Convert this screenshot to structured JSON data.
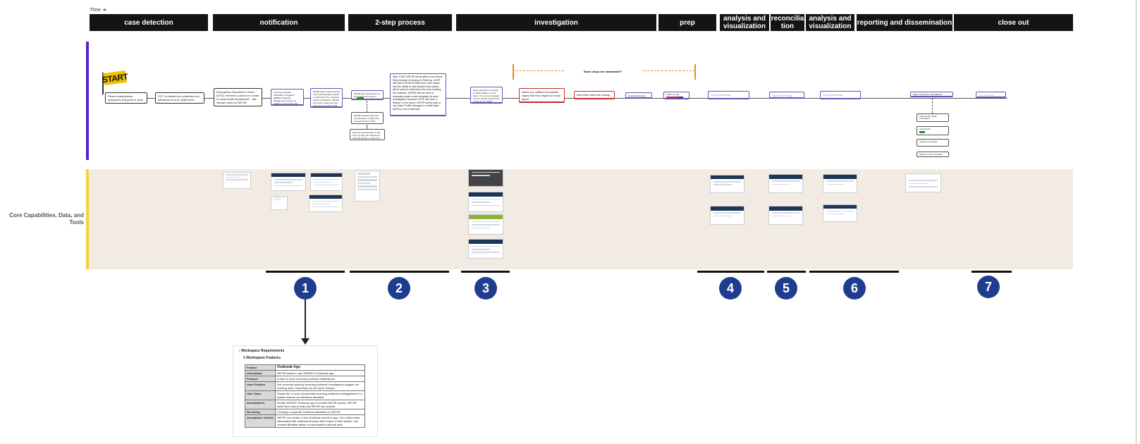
{
  "time_label": "Time",
  "phases": [
    {
      "label": "case detection"
    },
    {
      "label": "notification"
    },
    {
      "label": "2-step process"
    },
    {
      "label": "investigation"
    },
    {
      "label": "prep"
    },
    {
      "label": "analysis and visualization"
    },
    {
      "label": "reconciliation"
    },
    {
      "label": "analysis and visualization"
    },
    {
      "label": "reporting and dissemination"
    },
    {
      "label": "close out"
    }
  ],
  "lanes": {
    "journey_color": "#5a1fc4",
    "core_label": "Core Capabilities, Data, and Tools",
    "core_color": "#f2d33c",
    "core_bg": "#f1ebe4"
  },
  "start_label": "START",
  "journey_boxes": [
    {
      "text": "Person experiences symptoms and goes to clinic"
    },
    {
      "text": "STLT is alerted to a potential non-infectious food or waterborne illness"
    },
    {
      "text": "Emergency Operations Center (EOC) receives a call from a state or local health department... this will get routed to NIFOR"
    },
    {
      "text": "Incoming outbreak notification is logged in SEDRIC Outbreak Management system for tracking. In the future, this would be auto-populated"
    },
    {
      "text": "NIFOR team reviews clinical notes and laboratory results to determine if the outbreak needs investigation. NIFOR will need to share this with other teams as part of the collaboration process"
    },
    {
      "text": "NIFOR team determines the information they need to collect"
    },
    {
      "text": "NIFOR develops their own questionnaire to collect the needed info from STLT"
    },
    {
      "text": "Send the questionnaire to the STLT so they can interview ill and well people to collect the data needed"
    },
    {
      "text": "With 1CDP, NIFOR will be able to use Direct Entry instead of relying on RedCap. 1CDP will allow NIFOR to determine case status and the ability to add detailed information about cases to determine the work causing the outbreak. NIFOR will not need to manually create a new template for each investigation because 1CDP will have a feature. In the future, NIFOR will be able to use Case Profile Manager to create basic MDR for new Outbreaks"
    },
    {
      "text": "Data collected is sent back to 1CDP platform. In the future, this process replaces current method of Excel files to directly into 1CDP through NIFOR, without collecting data in real time"
    },
    {
      "text": "states are notified of possible cases that they might not know about"
    },
    {
      "text": "they enter data into redcap"
    },
    {
      "text": "Download Redcap data"
    },
    {
      "text": "Clean up with"
    },
    {
      "text": "Type something"
    },
    {
      "text": "Type something"
    },
    {
      "text": "Type something"
    },
    {
      "text": "Share information with different partners"
    },
    {
      "text": "Type something"
    },
    {
      "text": "Track all the Share information"
    },
    {
      "text": "Access files"
    },
    {
      "text": "Update the dataset"
    },
    {
      "text": "Submit to close the data"
    }
  ],
  "annotation": "Some steps are eliminated?!",
  "badges": [
    "1",
    "2",
    "3",
    "4",
    "5",
    "6",
    "7"
  ],
  "doc": {
    "heading": "Workspace Requirements",
    "subheading": "1 Workspace Features",
    "rows": [
      {
        "k": "Feature",
        "v": "Outbreak App"
      },
      {
        "k": "Description",
        "v": "NIFOR wants to use SEDRIC's Outbreak app"
      },
      {
        "k": "Purpose",
        "v": "is able to track incoming outbreak notifications"
      },
      {
        "k": "User Problem",
        "v": "Not currently tracking incoming outbreak investigation triggers nor tracking when responses do not move forward"
      },
      {
        "k": "User Value",
        "v": "Would like to track all potential incoming outbreak investigations in a similar manner as infectious diseases"
      },
      {
        "k": "Assumptions",
        "v": "Modify SEDRIC Outbreak app to enable NIFOR access. NIFOR adds new rows to that only NIFOR can access"
      },
      {
        "k": "Not doing",
        "v": "Creating a separate Outbreak database for NIFOR"
      },
      {
        "k": "Acceptance Criteria",
        "v": "NIFOR can create a new Outbreak record in app. Can collect data associated with outbreak through direct input or bulk upload. Can created filterable tables on associated outbreak data"
      }
    ]
  }
}
